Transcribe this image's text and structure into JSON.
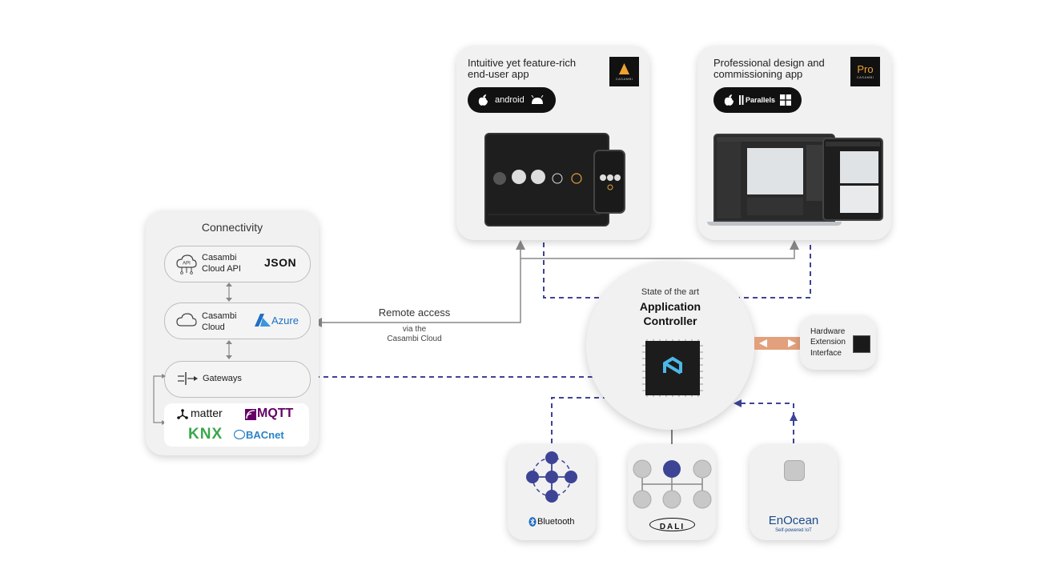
{
  "connectivity": {
    "title": "Connectivity",
    "cloud_api": {
      "line1": "Casambi",
      "line2": "Cloud API",
      "badge": "JSON",
      "icon_text": "API"
    },
    "cloud": {
      "line1": "Casambi",
      "line2": "Cloud",
      "badge": "Azure"
    },
    "gateways": {
      "label": "Gateways"
    },
    "protocols": {
      "matter": "matter",
      "mqtt": "MQTT",
      "knx": "KNX",
      "bacnet": "BACnet"
    }
  },
  "remote": {
    "title": "Remote access",
    "sub1": "via the",
    "sub2": "Casambi Cloud"
  },
  "enduser_app": {
    "line1": "Intuitive yet feature-rich",
    "line2": "end-user app",
    "logo_sub": "CASAMBI",
    "store": "android"
  },
  "pro_app": {
    "line1": "Professional design and",
    "line2": "commissioning app",
    "logo": "Pro",
    "logo_sub": "CASAMBI",
    "store": "Parallels"
  },
  "controller": {
    "line1": "State of the art",
    "line2": "Application",
    "line3": "Controller"
  },
  "hardware_ext": {
    "line1": "Hardware",
    "line2": "Extension",
    "line3": "Interface"
  },
  "nodes": {
    "bluetooth": "Bluetooth",
    "dali": "DALI",
    "enocean": "EnOcean",
    "enocean_sub": "Self-powered IoT"
  },
  "colors": {
    "accent": "#3d4496",
    "panel": "#f1f1f1",
    "line": "#888888",
    "orange": "#e3a07c"
  }
}
